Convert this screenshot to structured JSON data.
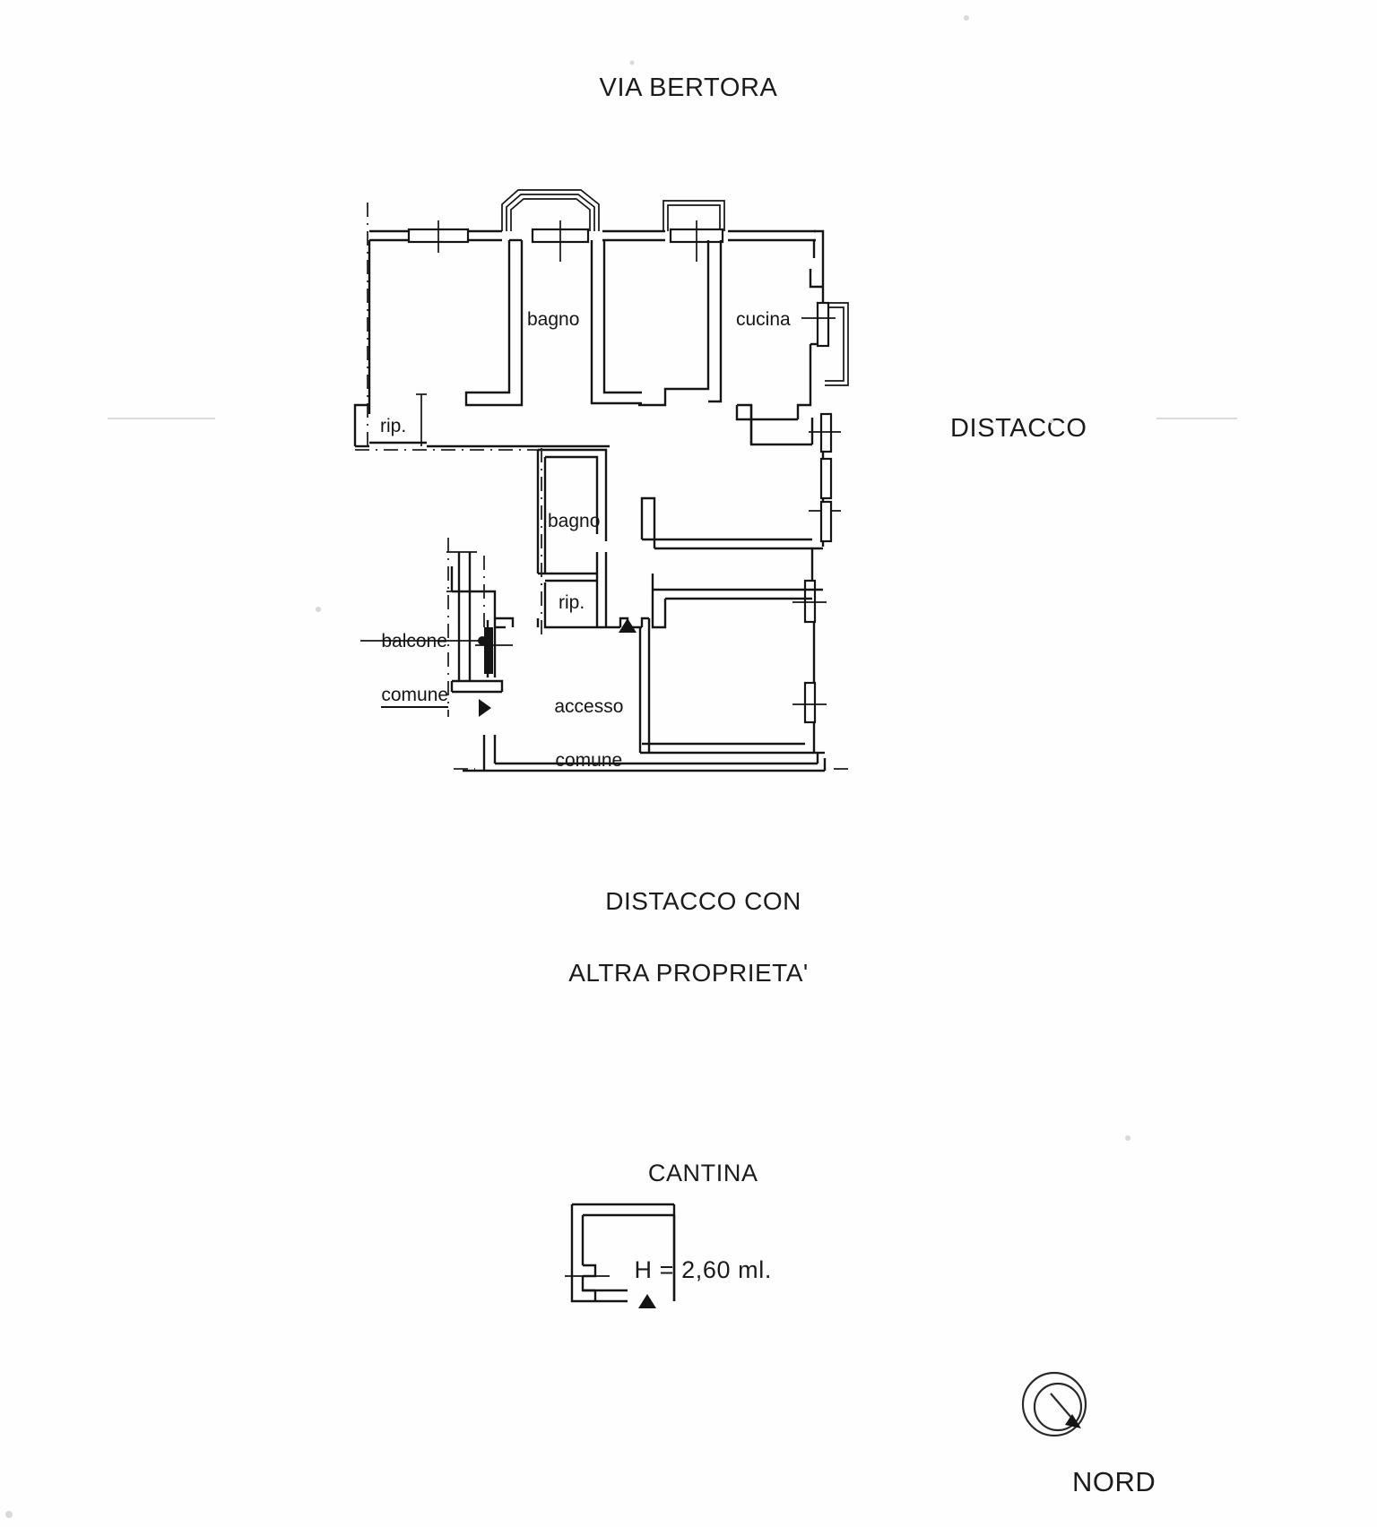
{
  "document": {
    "type": "architectural-floor-plan",
    "language": "it"
  },
  "headings": {
    "street": "VIA BERTORA",
    "right_side": "DISTACCO",
    "bottom_line1": "DISTACCO CON",
    "bottom_line2": "ALTRA PROPRIETA'"
  },
  "main_plan": {
    "rooms": [
      {
        "name": "bagno",
        "label": "bagno"
      },
      {
        "name": "cucina",
        "label": "cucina"
      },
      {
        "name": "ripostiglio-top",
        "label": "rip."
      },
      {
        "name": "bagno-lower",
        "label": "bagno"
      },
      {
        "name": "ripostiglio-lower",
        "label": "rip."
      }
    ],
    "callouts": [
      {
        "name": "balcone-comune",
        "line1": "balcone",
        "line2": "comune"
      },
      {
        "name": "accesso-comune",
        "line1": "accesso",
        "line2": "comune"
      }
    ]
  },
  "cantina": {
    "title": "CANTINA",
    "height": "H = 2,60 ml."
  },
  "compass": {
    "label": "NORD"
  },
  "colors": {
    "ink": "#141414",
    "paper": "#ffffff"
  }
}
